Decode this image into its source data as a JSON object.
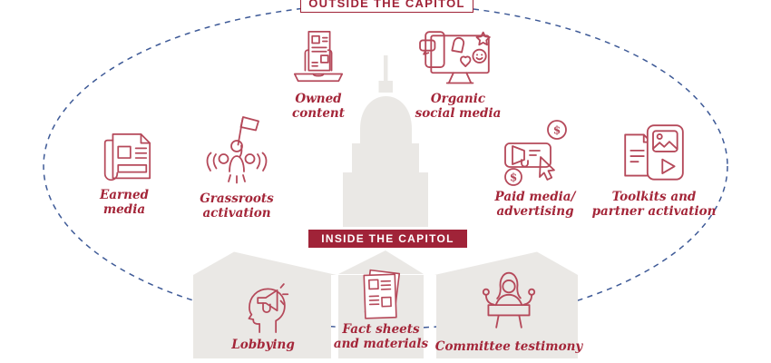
{
  "palette": {
    "dark_red": "#a02338",
    "label_red": "#a42639",
    "icon_red": "#b5495a",
    "ellipse_navy": "#3e5a97",
    "building_gray": "#eae8e5",
    "background": "#ffffff"
  },
  "outside": {
    "title": "OUTSIDE THE CAPITOL",
    "items": [
      {
        "icon": "newspaper",
        "line1": "Earned",
        "line2": "media"
      },
      {
        "icon": "raised-hands-flag",
        "line1": "Grassroots",
        "line2": "activation"
      },
      {
        "icon": "laptop-content",
        "line1": "Owned",
        "line2": "content"
      },
      {
        "icon": "social-media-monitor",
        "line1": "Organic",
        "line2": "social media"
      },
      {
        "icon": "megaphone-ads",
        "line1": "Paid media/",
        "line2": "advertising"
      },
      {
        "icon": "toolkit-documents",
        "line1": "Toolkits and",
        "line2": "partner activation"
      }
    ]
  },
  "inside": {
    "title": "INSIDE THE CAPITOL",
    "items": [
      {
        "icon": "head-megaphone",
        "line1": "Lobbying",
        "line2": ""
      },
      {
        "icon": "fact-sheets",
        "line1": "Fact sheets",
        "line2": "and materials"
      },
      {
        "icon": "podium-testimony",
        "line1": "Committee testimony",
        "line2": ""
      }
    ]
  },
  "glyphs": {
    "dollar": "$"
  }
}
